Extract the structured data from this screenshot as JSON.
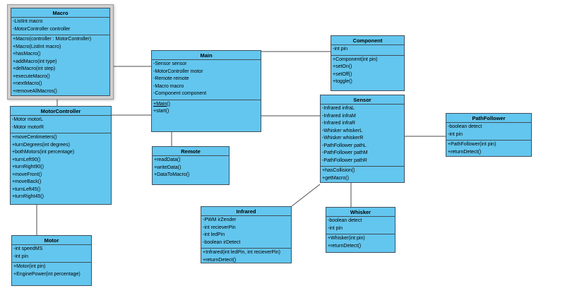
{
  "colors": {
    "class_fill": "#63c6ee",
    "class_border": "#40505c",
    "selection_gray": "#cfcfcf",
    "connector": "#4d4d4d",
    "background": "#ffffff",
    "text": "#000000"
  },
  "classes": [
    {
      "id": "macro",
      "name": "Macro",
      "selected": true,
      "attributes": [
        "-ListInt macro",
        "-MotorController controller"
      ],
      "methods": [
        "+Macro(controller : MotorController)",
        "+Macro(ListInt macro)",
        "+hasMacro()",
        "+addMacro(int type)",
        "+delMacro(int step)",
        "+executeMacro()",
        "+nextMacro()",
        "+removeAllMacros()"
      ]
    },
    {
      "id": "motorcontroller",
      "name": "MotorController",
      "selected": false,
      "attributes": [
        "-Motor motorL",
        "-Motor motorR"
      ],
      "methods": [
        "+moveCentimeters()",
        "+turnDegrees(int degrees)",
        "+bothMotors(int percentage)",
        "+turnLeft90()",
        "+turnRight90()",
        "+moveFront()",
        "+moveBack()",
        "+turnLeft45()",
        "+turnRight45()"
      ]
    },
    {
      "id": "motor",
      "name": "Motor",
      "selected": false,
      "attributes": [
        "-int speedMS",
        "-int pin"
      ],
      "methods": [
        "+Motor(int pin)",
        "+EnginePower(int percentage)"
      ]
    },
    {
      "id": "main",
      "name": "Main",
      "selected": false,
      "attributes": [
        "-Sensor sensor",
        "-MotorController motor",
        "-Remote remote",
        "-Macro macro",
        "-Component component"
      ],
      "methods": [
        "+Main()",
        "+start()"
      ],
      "underlined_methods": [
        0
      ]
    },
    {
      "id": "remote",
      "name": "Remote",
      "selected": false,
      "attributes": [],
      "methods": [
        "+readData()",
        "+writeData()",
        "+DataToMacro()"
      ]
    },
    {
      "id": "component",
      "name": "Component",
      "selected": false,
      "attributes": [
        "-int pin"
      ],
      "methods": [
        "+Component(int pin)",
        "+setOn()",
        "+setOff()",
        "+toggle()"
      ]
    },
    {
      "id": "sensor",
      "name": "Sensor",
      "selected": false,
      "attributes": [
        "-Infrared infraL",
        "-Infrared infraM",
        "-Infrared infraR",
        "-Whisker whiskerL",
        "-Whisker whiskerR",
        "-PathFollower pathL",
        "-PathFollower pathM",
        "-PathFollower pathR"
      ],
      "methods": [
        "+hasCollision()",
        "+getMacro()"
      ]
    },
    {
      "id": "pathfollower",
      "name": "PathFollower",
      "selected": false,
      "attributes": [
        "-boolean detect",
        "-int pin"
      ],
      "methods": [
        "+PathFollower(int pin)",
        "+returnDetect()"
      ]
    },
    {
      "id": "infrared",
      "name": "Infrared",
      "selected": false,
      "attributes": [
        "-PWM irZender",
        "-int recieverPin",
        "-int ledPin",
        "-boolean irDetect"
      ],
      "methods": [
        "+Infrared(int ledPin, int recieverPin)",
        "+returnDetect()"
      ]
    },
    {
      "id": "whisker",
      "name": "Whisker",
      "selected": false,
      "attributes": [
        "-boolean detect",
        "-int pin"
      ],
      "methods": [
        "+Whisker(int pin)",
        "+returnDetect()"
      ]
    }
  ],
  "connectors": [
    {
      "id": "macro-motorcontroller",
      "from": "Macro",
      "to": "MotorController"
    },
    {
      "id": "macro-main",
      "from": "Macro",
      "to": "Main"
    },
    {
      "id": "motorcontroller-main",
      "from": "MotorController",
      "to": "Main"
    },
    {
      "id": "motorcontroller-motor",
      "from": "MotorController",
      "to": "Motor"
    },
    {
      "id": "main-remote",
      "from": "Main",
      "to": "Remote"
    },
    {
      "id": "main-component",
      "from": "Main",
      "to": "Component"
    },
    {
      "id": "main-sensor",
      "from": "Main",
      "to": "Sensor"
    },
    {
      "id": "sensor-pathfollower",
      "from": "Sensor",
      "to": "PathFollower"
    },
    {
      "id": "sensor-whisker",
      "from": "Sensor",
      "to": "Whisker"
    },
    {
      "id": "infrared-sensor",
      "from": "Infrared",
      "to": "Sensor"
    }
  ]
}
